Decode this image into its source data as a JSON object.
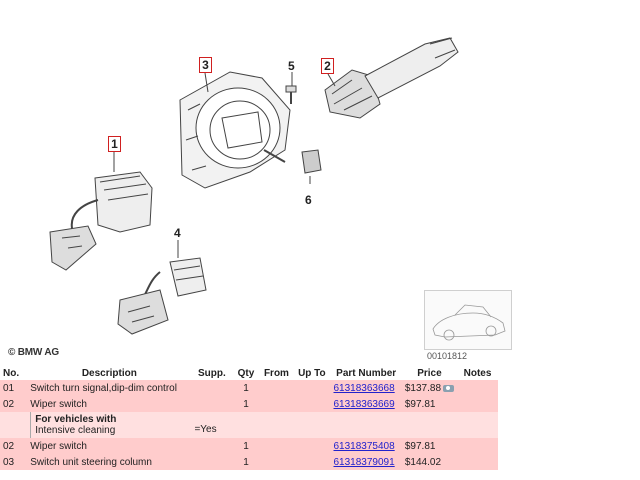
{
  "diagram": {
    "callouts": [
      "1",
      "2",
      "3",
      "4",
      "5",
      "6"
    ],
    "copyright": "© BMW AG",
    "diagram_id": "00101812"
  },
  "table": {
    "headers": [
      "No.",
      "Description",
      "Supp.",
      "Qty",
      "From",
      "Up To",
      "Part Number",
      "Price",
      "Notes"
    ],
    "rows": [
      {
        "no": "01",
        "description": "Switch turn signal,dip-dim control",
        "supp": "",
        "qty": "1",
        "from": "",
        "upto": "",
        "part": "61318363668",
        "price": "$137.88",
        "notes_icon": "camera-icon"
      },
      {
        "no": "02",
        "description": "Wiper switch",
        "supp": "",
        "qty": "1",
        "from": "",
        "upto": "",
        "part": "61318363669",
        "price": "$97.81",
        "notes_icon": ""
      },
      {
        "note_title": "For vehicles with",
        "note_text": "Intensive cleaning",
        "note_value": "=Yes"
      },
      {
        "no": "02",
        "description": "Wiper switch",
        "supp": "",
        "qty": "1",
        "from": "",
        "upto": "",
        "part": "61318375408",
        "price": "$97.81",
        "notes_icon": ""
      },
      {
        "no": "03",
        "description": "Switch unit steering column",
        "supp": "",
        "qty": "1",
        "from": "",
        "upto": "",
        "part": "61318379091",
        "price": "$144.02",
        "notes_icon": ""
      }
    ]
  }
}
